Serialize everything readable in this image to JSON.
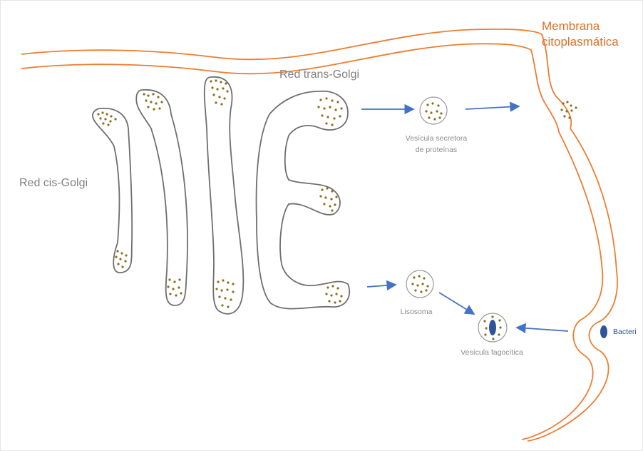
{
  "labels": {
    "membrana_line1": "Membrana",
    "membrana_line2": "citoplasmática",
    "red_trans_golgi": "Red trans-Golgi",
    "red_cis_golgi": "Red cis-Golgi",
    "vesicula_secretora_line1": "Vesícula secretora",
    "vesicula_secretora_line2": "de proteínas",
    "lisosoma": "Lisosoma",
    "vesicula_fagocitica": "Vesícula fagocítica",
    "bacteri": "Bacteri"
  },
  "colors": {
    "membrane": "#ed7d31",
    "golgi_outline": "#6f6f6f",
    "cargo_dots": "#8b6d1a",
    "arrows": "#4472c4",
    "bacterium": "#2f5597",
    "label_gray": "#808080"
  }
}
